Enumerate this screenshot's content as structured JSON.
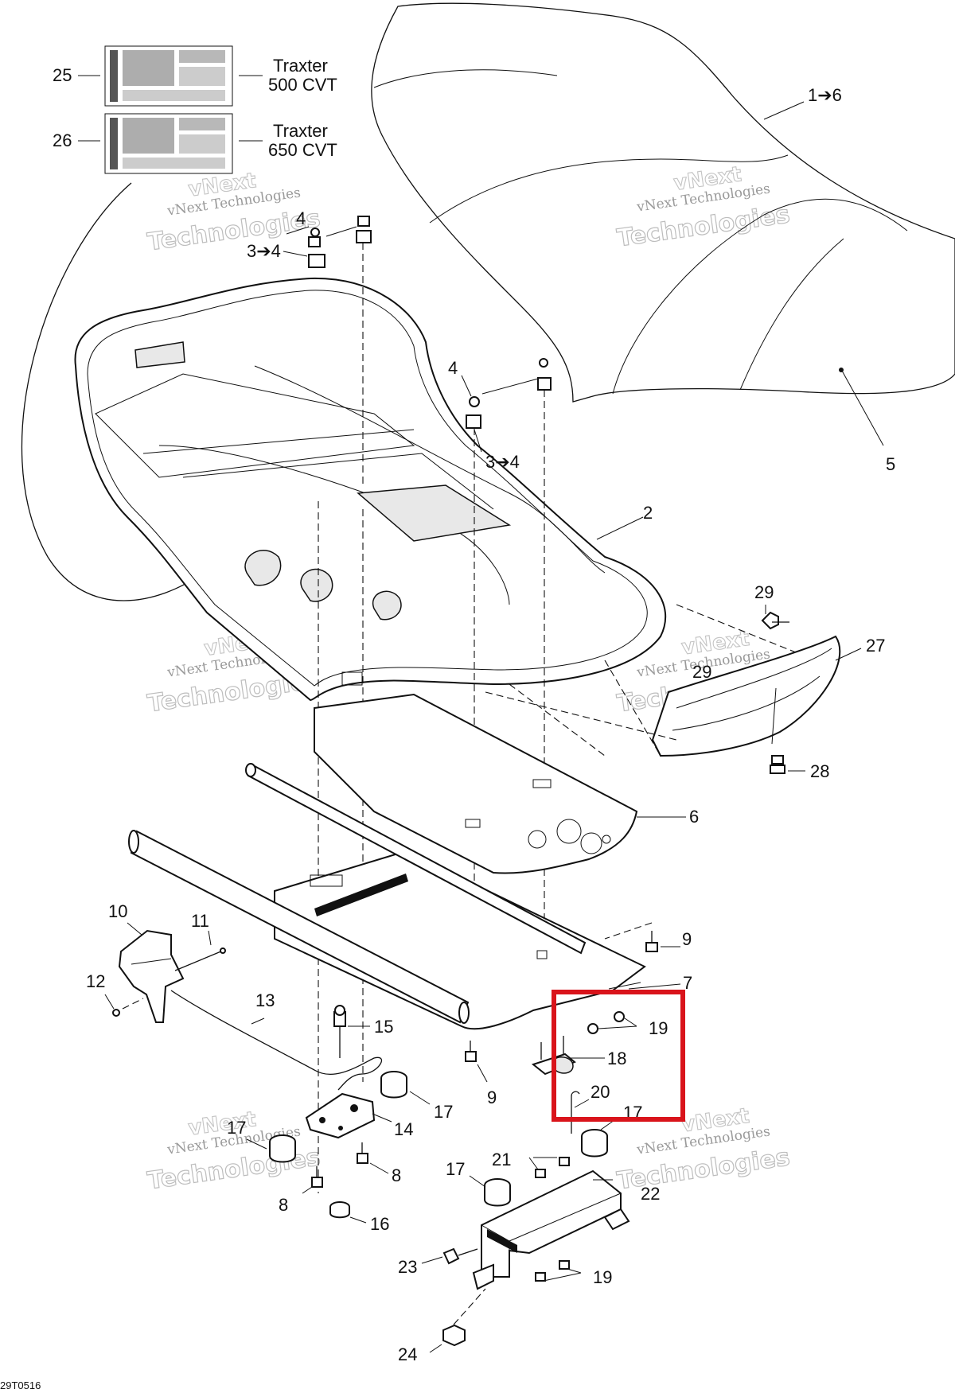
{
  "diagram": {
    "drawing_code": "29T0516",
    "highlight_color": "#d9141b",
    "line_color": "#111111",
    "decals": [
      {
        "label": "25",
        "model_line1": "Traxter",
        "model_line2": "500 CVT"
      },
      {
        "label": "26",
        "model_line1": "Traxter",
        "model_line2": "650 CVT"
      }
    ],
    "callouts": {
      "c_1to6": "1➔6",
      "c_2": "2",
      "c_3to4_a": "3➔4",
      "c_3to4_b": "3➔4",
      "c_4_a": "4",
      "c_4_b": "4",
      "c_5": "5",
      "c_6": "6",
      "c_7": "7",
      "c_8_a": "8",
      "c_8_b": "8",
      "c_9_a": "9",
      "c_9_b": "9",
      "c_10": "10",
      "c_11": "11",
      "c_12": "12",
      "c_13": "13",
      "c_14": "14",
      "c_15": "15",
      "c_16": "16",
      "c_17_a": "17",
      "c_17_b": "17",
      "c_17_c": "17",
      "c_17_d": "17",
      "c_18": "18",
      "c_19_a": "19",
      "c_19_b": "19",
      "c_20": "20",
      "c_21": "21",
      "c_22": "22",
      "c_23": "23",
      "c_24": "24",
      "c_27": "27",
      "c_28": "28",
      "c_29_a": "29",
      "c_29_b": "29"
    },
    "watermark": {
      "line1": "vNext Technologies",
      "line2": "Technologies",
      "line3": "vNext"
    }
  }
}
